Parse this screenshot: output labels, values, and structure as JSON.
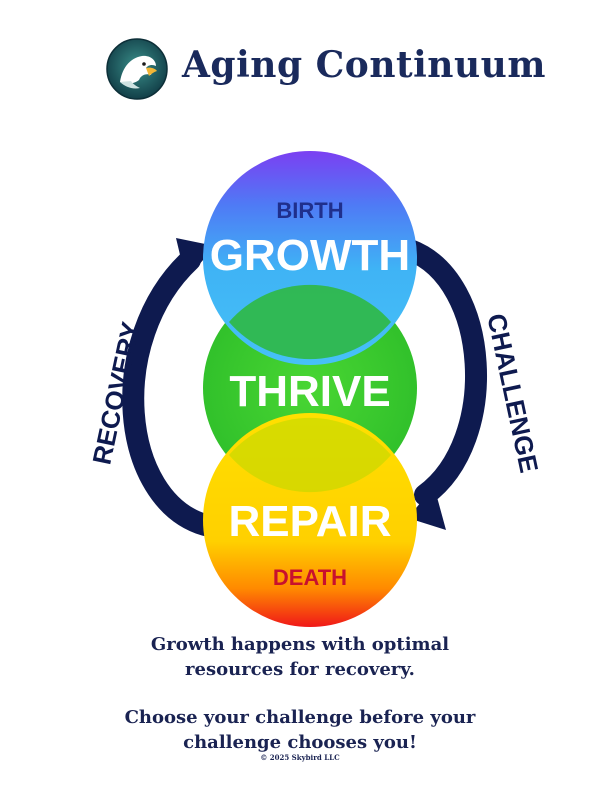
{
  "header": {
    "title": "Aging Continuum",
    "logo_icon": "eagle-head-icon"
  },
  "diagram": {
    "stages": [
      {
        "id": "growth",
        "top_label": "BIRTH",
        "main_label": "GROWTH"
      },
      {
        "id": "thrive",
        "main_label": "THRIVE"
      },
      {
        "id": "repair",
        "main_label": "REPAIR",
        "bottom_label": "DEATH"
      }
    ],
    "arrows": {
      "left": "RECOVERY",
      "right": "CHALLENGE"
    },
    "colors": {
      "growth_top": "#7b3ff2",
      "growth": "#3fb3f5",
      "thrive": "#3dcc2e",
      "repair": "#ffd400",
      "repair_bottom": "#f01818",
      "arrow": "#0e1a4f",
      "birth_text": "#1f2f8c",
      "death_text": "#c8102e"
    }
  },
  "captions": {
    "line1": "Growth happens with optimal",
    "line2": "resources for recovery.",
    "line3": "Choose your challenge before your",
    "line4": "challenge chooses you!",
    "copyright": "© 2025 Skybird LLC"
  }
}
